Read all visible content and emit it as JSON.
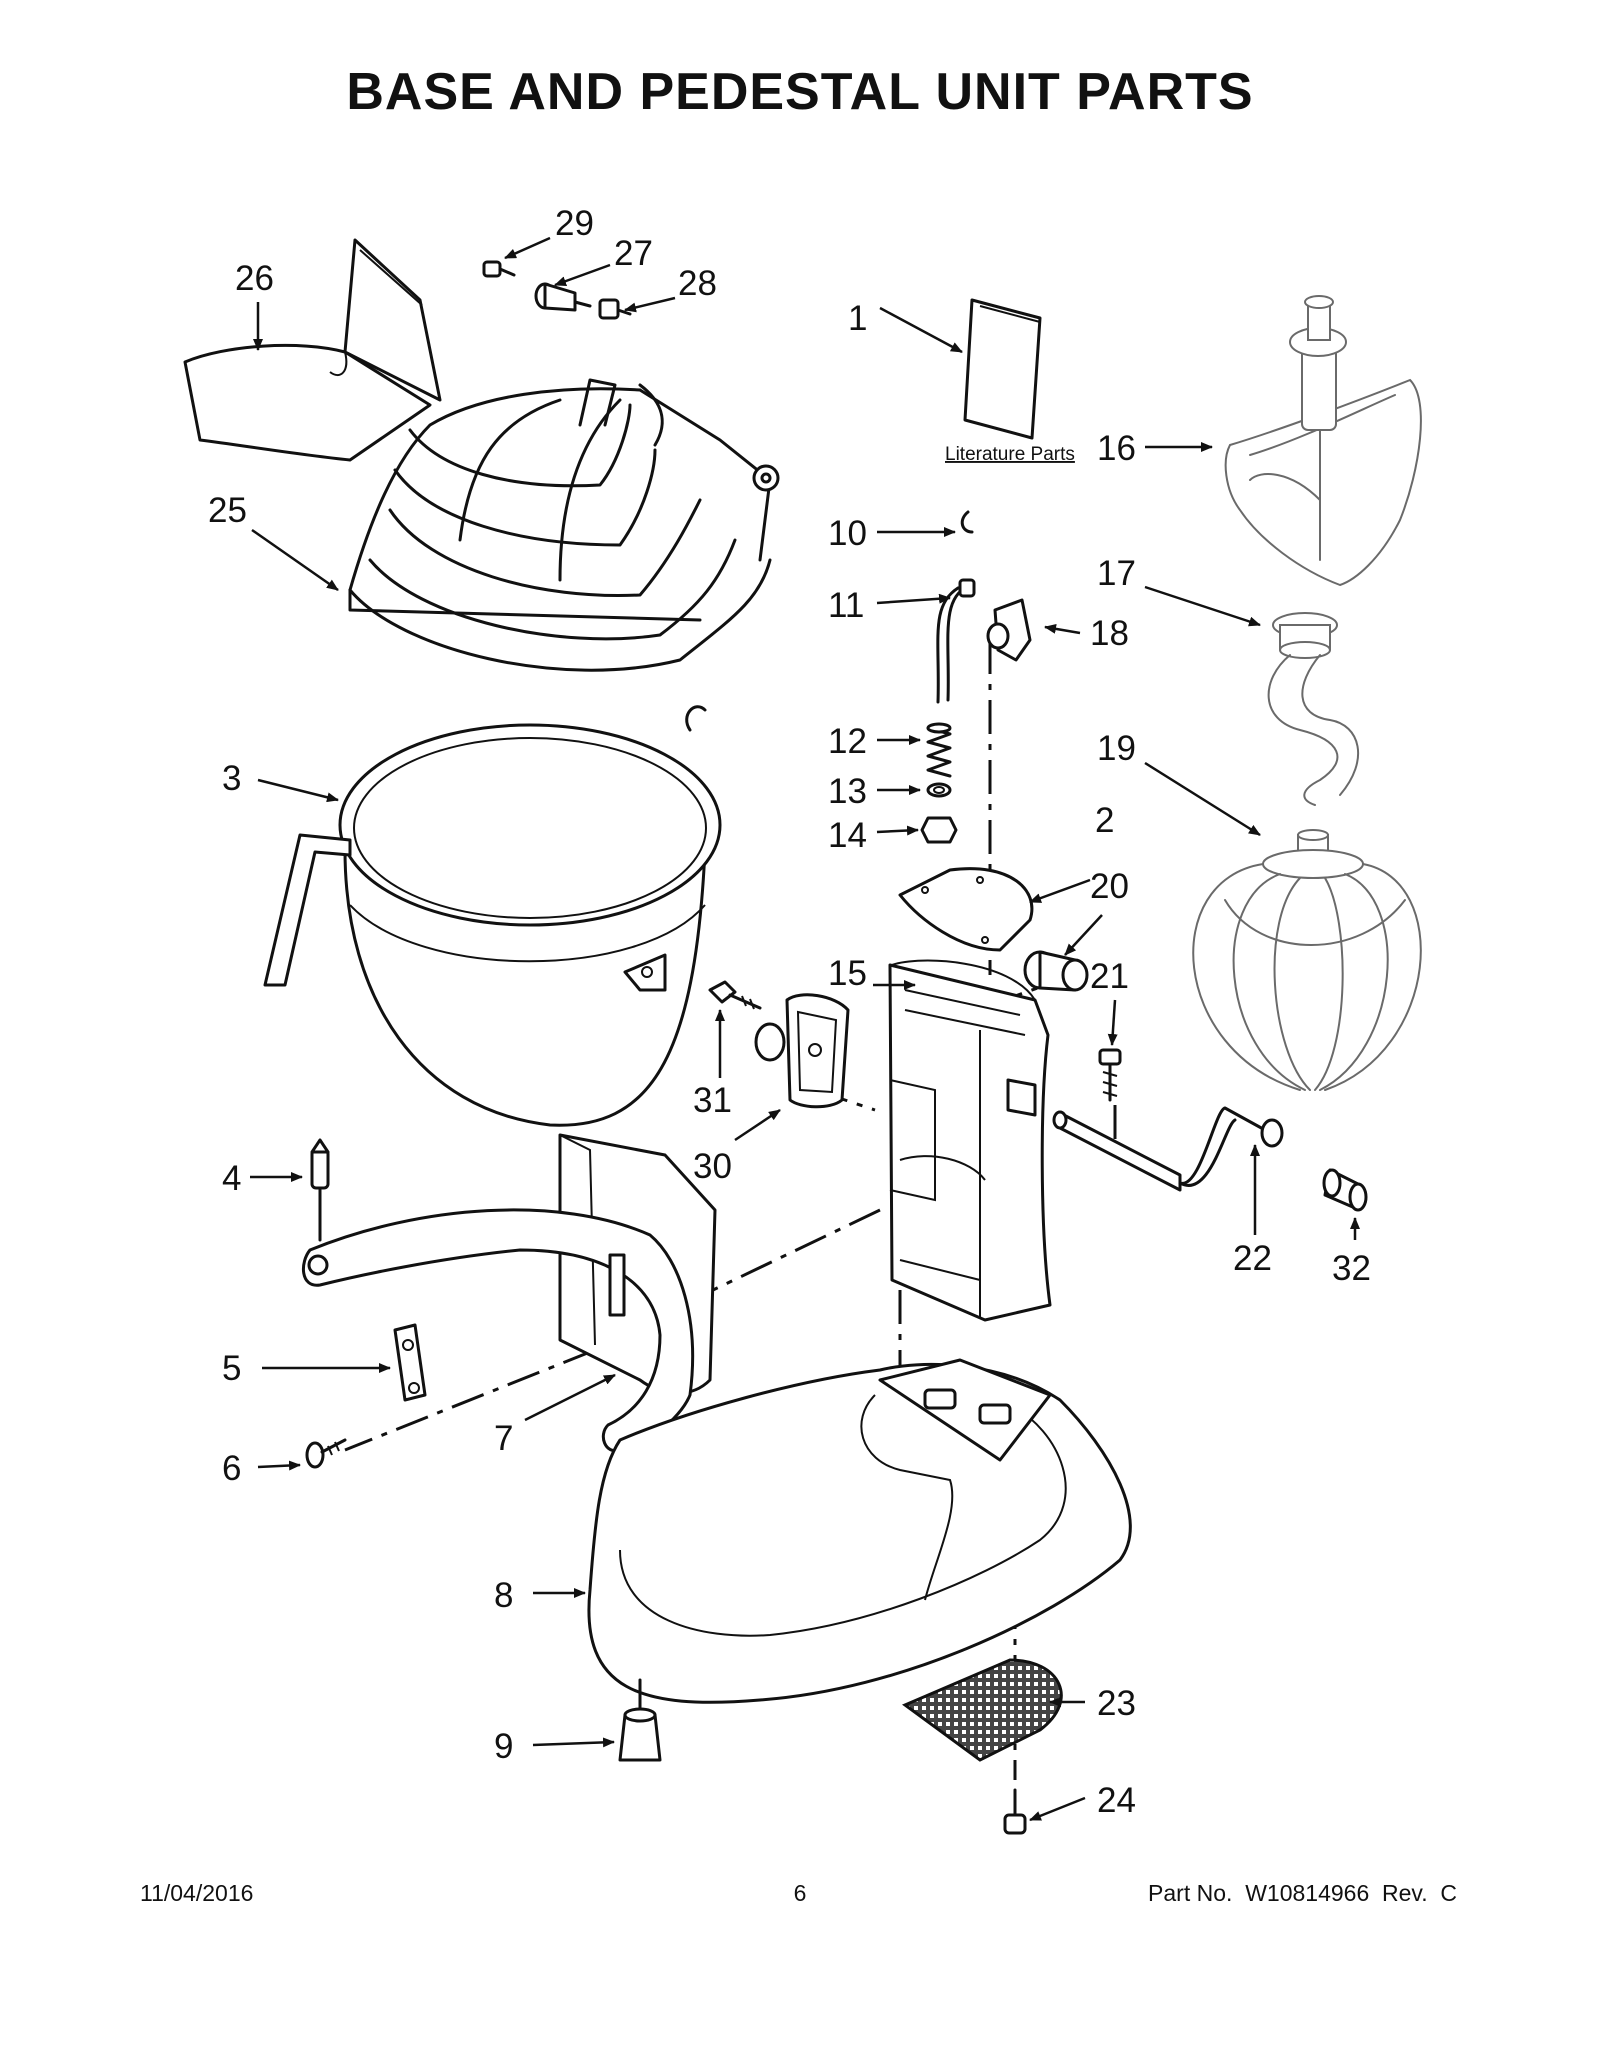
{
  "title": "BASE AND PEDESTAL UNIT PARTS",
  "literature_label": "Literature Parts",
  "callouts": {
    "c1": "1",
    "c2": "2",
    "c3": "3",
    "c4": "4",
    "c5": "5",
    "c6": "6",
    "c7": "7",
    "c8": "8",
    "c9": "9",
    "c10": "10",
    "c11": "11",
    "c12": "12",
    "c13": "13",
    "c14": "14",
    "c15": "15",
    "c16": "16",
    "c17": "17",
    "c18": "18",
    "c19": "19",
    "c20": "20",
    "c21": "21",
    "c22": "22",
    "c23": "23",
    "c24": "24",
    "c25": "25",
    "c26": "26",
    "c27": "27",
    "c28": "28",
    "c29": "29",
    "c30": "30",
    "c31": "31",
    "c32": "32"
  },
  "footer": {
    "date": "11/04/2016",
    "page": "6",
    "part": "Part No.  W10814966  Rev.  C"
  }
}
